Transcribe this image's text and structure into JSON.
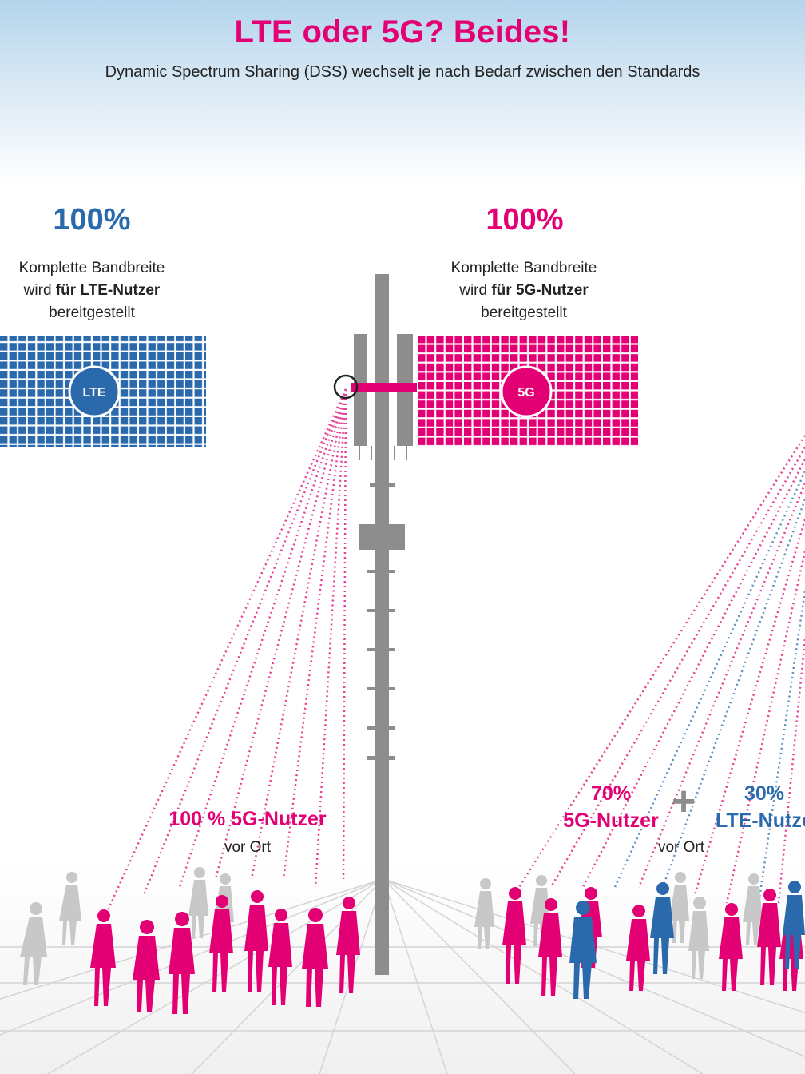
{
  "header": {
    "title": "LTE oder 5G? Beides!",
    "subtitle": "Dynamic Spectrum Sharing (DSS) wechselt je nach Bedarf zwischen den Standards"
  },
  "colors": {
    "magenta": "#e20074",
    "blue": "#2a6aac",
    "grey": "#8d8d8d"
  },
  "lte_block": {
    "percent": "100%",
    "desc_line1": "Komplette Bandbreite",
    "desc_pre": "wird ",
    "desc_bold": "für LTE-Nutzer",
    "desc_line3": "bereitgestellt",
    "badge": "LTE"
  },
  "fiveg_block": {
    "percent": "100%",
    "desc_line1": "Komplette Bandbreite",
    "desc_pre": "wird ",
    "desc_bold": "für 5G-Nutzer",
    "desc_line3": "bereitgestellt",
    "badge": "5G"
  },
  "left_scene": {
    "users": "100 % 5G-Nutzer",
    "location": "vor Ort"
  },
  "right_scene": {
    "fiveg_percent": "70%",
    "fiveg_label": "5G-Nutzer",
    "plus": "+",
    "lte_percent": "30%",
    "lte_label": "LTE-Nutzer",
    "location": "vor Ort"
  }
}
